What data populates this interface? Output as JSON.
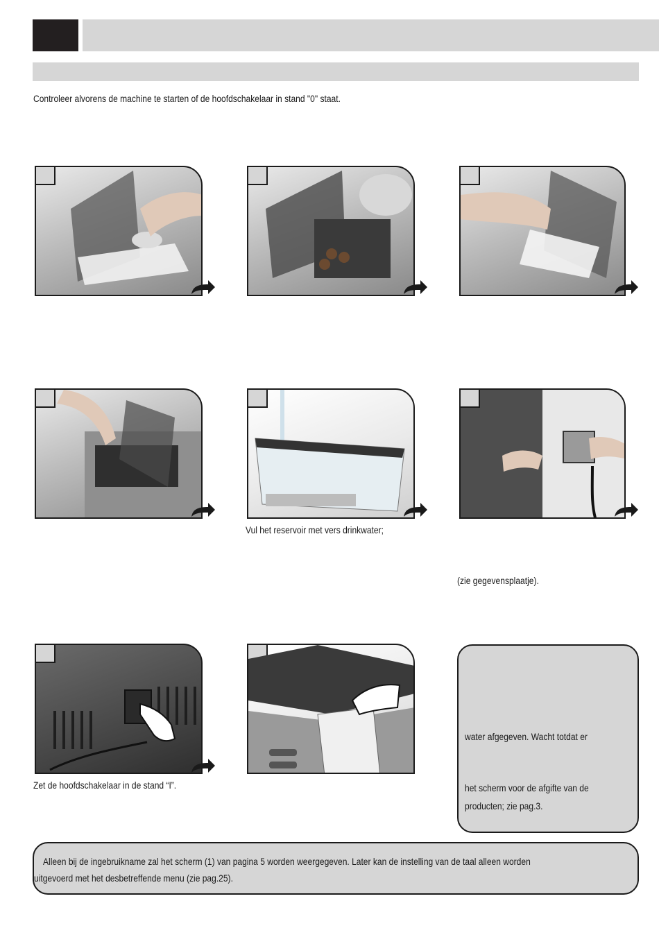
{
  "intro": "Controleer alvorens de machine te starten of de hoofdschakelaar in stand \"0\" staat.",
  "captions": {
    "step5": "Vul het reservoir met vers drinkwater;",
    "step6": "(zie gegevensplaatje).",
    "step7": "Zet de hoofdschakelaar in de stand “I”."
  },
  "note_box": {
    "line1": "water afgegeven. Wacht totdat er",
    "line2": "het scherm voor de afgifte van de",
    "line3": "producten; zie pag.3."
  },
  "bottom_note": {
    "line1": "Alleen bij de ingebruikname zal het scherm (1) van pagina 5 worden weergegeven. Later kan de instelling van de taal alleen worden",
    "line2": "uitgevoerd met het desbetreffende menu (zie pag.25)."
  },
  "steps": [
    {
      "id": 1,
      "depicts": "lifting water tank lid",
      "has_arrow": true
    },
    {
      "id": 2,
      "depicts": "removing water tank",
      "has_arrow": true
    },
    {
      "id": 3,
      "depicts": "removing filter from tank",
      "has_arrow": true
    },
    {
      "id": 4,
      "depicts": "lifting tank from machine",
      "has_arrow": true
    },
    {
      "id": 5,
      "depicts": "filling water tank",
      "has_arrow": true
    },
    {
      "id": 6,
      "depicts": "inserting plug into socket",
      "has_arrow": true
    },
    {
      "id": 7,
      "depicts": "pressing main switch",
      "has_arrow": true
    },
    {
      "id": 8,
      "depicts": "pressing machine button",
      "has_arrow": false
    }
  ]
}
